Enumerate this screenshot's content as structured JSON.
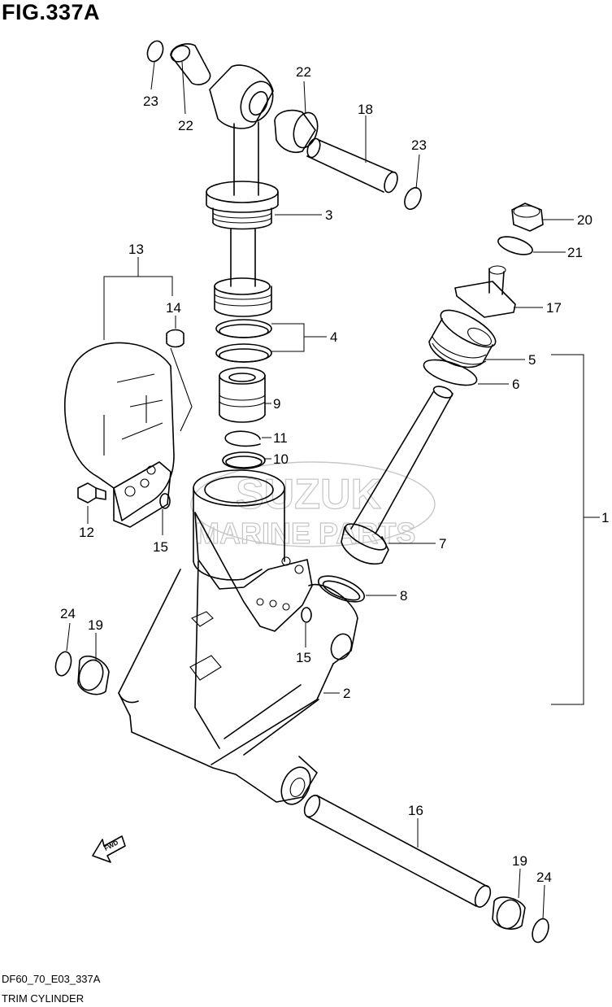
{
  "figure": {
    "title": "FIG.337A",
    "code": "DF60_70_E03_337A",
    "caption": "TRIM CYLINDER"
  },
  "watermark": {
    "line1": "SUZUK",
    "line2": "MARINE PARTS"
  },
  "fwd_label": "FWD",
  "callouts": {
    "c1": "1",
    "c2": "2",
    "c3": "3",
    "c4": "4",
    "c5": "5",
    "c6": "6",
    "c7": "7",
    "c8": "8",
    "c9": "9",
    "c10": "10",
    "c11": "11",
    "c12": "12",
    "c13": "13",
    "c14": "14",
    "c15a": "15",
    "c15b": "15",
    "c16": "16",
    "c17": "17",
    "c18": "18",
    "c19a": "19",
    "c19b": "19",
    "c20": "20",
    "c21": "21",
    "c22a": "22",
    "c22b": "22",
    "c23a": "23",
    "c23b": "23",
    "c24a": "24",
    "c24b": "24"
  }
}
